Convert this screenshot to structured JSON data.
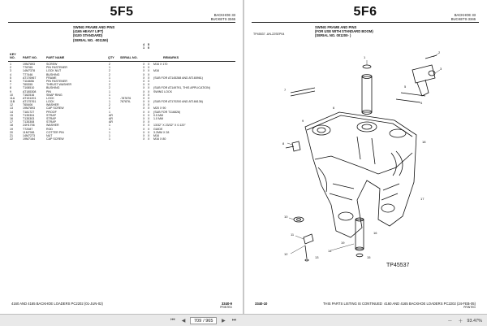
{
  "left_page": {
    "title": "5F5",
    "header_right": [
      "BACKHOE 33",
      "BUCKETS 3346"
    ],
    "section_title": [
      "SWING FRAME AND PINS",
      "(4165 HEAVY LIFT)",
      "(5100 STANDARD)",
      "(SERIAL NO. -001159)"
    ],
    "col_numbers": [
      "4",
      "1",
      "5",
      "0"
    ],
    "column_headers": {
      "ref": "KEY",
      "ref2": "NO.",
      "part": "PART NO.",
      "name": "PART NAME",
      "qty": "QTY",
      "serial": "SERIAL NO.",
      "remarks": "REMARKS"
    },
    "rows": [
      {
        "ref": "1",
        "part": "19M7893",
        "name": "SCREW",
        "qty": "2",
        "serial": "",
        "x1": "X",
        "x2": "X",
        "rem": "M16 X 170"
      },
      {
        "ref": "2",
        "part": "T78765",
        "name": "PIN FASTENER",
        "qty": "1",
        "serial": "",
        "x1": "X",
        "x2": "X",
        "rem": ""
      },
      {
        "ref": "3",
        "part": "14M7378",
        "name": "LOCK NUT",
        "qty": "2",
        "serial": "",
        "x1": "X",
        "x2": "X",
        "rem": "M16"
      },
      {
        "ref": "4",
        "part": "T77446",
        "name": "BUSHING",
        "qty": "2",
        "serial": "",
        "x1": "X",
        "x2": "X",
        "rem": ""
      },
      {
        "ref": "5",
        "part": "AT176967",
        "name": "FRAME",
        "qty": "1",
        "serial": "",
        "x1": "X",
        "x2": "X",
        "rem": "(SUB FOR AT145288 AND AT165961)"
      },
      {
        "ref": "6",
        "part": "T116656",
        "name": "PIN FASTENER",
        "qty": "1",
        "serial": "",
        "x1": "X",
        "x2": "X",
        "rem": ""
      },
      {
        "ref": "7",
        "part": "T65355",
        "name": "THRUST WASHER",
        "qty": "2",
        "serial": "",
        "x1": "X",
        "x2": "X",
        "rem": ""
      },
      {
        "ref": "8",
        "part": "T108510",
        "name": "BUSHING",
        "qty": "2",
        "serial": "",
        "x1": "X",
        "x2": "X",
        "rem": "(SUB FOR AT149791, THIS APPLICATION)"
      },
      {
        "ref": "9",
        "part": "AT185308",
        "name": "PIN",
        "qty": "1",
        "serial": "",
        "x1": "X",
        "x2": "X",
        "rem": "SWING LOCK"
      },
      {
        "ref": "10",
        "part": "T162516",
        "name": "SNAP RING",
        "qty": "1",
        "serial": "",
        "x1": "X",
        "x2": "X",
        "rem": ""
      },
      {
        "ref": "11A",
        "part": "AT151201",
        "name": "LOCK",
        "qty": "1",
        "serial": "-787876",
        "x1": "X",
        "x2": "X",
        "rem": ""
      },
      {
        "ref": "11B",
        "part": "AT175761",
        "name": "LOCK",
        "qty": "1",
        "serial": "787876-",
        "x1": "X",
        "x2": "X",
        "rem": "(SUB FOR AT170200 AND AT166136)"
      },
      {
        "ref": "12",
        "part": "T65406",
        "name": "WASHER",
        "qty": "2",
        "serial": "",
        "x1": "X",
        "x2": "X",
        "rem": ""
      },
      {
        "ref": "13",
        "part": "19M7893",
        "name": "CAP SCREW",
        "qty": "2",
        "serial": "",
        "x1": "X",
        "x2": "X",
        "rem": "M20 X 90"
      },
      {
        "ref": "14",
        "part": "T181727",
        "name": "PROOF",
        "qty": "1",
        "serial": "",
        "x1": "X",
        "x2": "X",
        "rem": "(SUB FOR T116826)"
      },
      {
        "ref": "15",
        "part": "T135304",
        "name": "STRAP",
        "qty": "AR",
        "serial": "",
        "x1": "X",
        "x2": "X",
        "rem": "0.5 MM"
      },
      {
        "ref": "16",
        "part": "T135303",
        "name": "STRAP",
        "qty": "AR",
        "serial": "",
        "x1": "X",
        "x2": "X",
        "rem": "1.0 MM"
      },
      {
        "ref": "17",
        "part": "T135308",
        "name": "STRAP",
        "qty": "AR",
        "serial": "",
        "x1": "X",
        "x2": "X",
        "rem": ""
      },
      {
        "ref": "18",
        "part": "24H1706",
        "name": "WASHER",
        "qty": "1",
        "serial": "",
        "x1": "X",
        "x2": "X",
        "rem": "13/32\" X 23/32\" X 0.120\""
      },
      {
        "ref": "19",
        "part": "T72087",
        "name": "ROD",
        "qty": "1",
        "serial": "",
        "x1": "X",
        "x2": "X",
        "rem": "GUIDE"
      },
      {
        "ref": "20",
        "part": "11M7081",
        "name": "COTTER PIN",
        "qty": "1",
        "serial": "",
        "x1": "X",
        "x2": "X",
        "rem": "3.2MM X 28"
      },
      {
        "ref": "21",
        "part": "14M7273",
        "name": "NUT",
        "qty": "1",
        "serial": "",
        "x1": "X",
        "x2": "X",
        "rem": "M16"
      },
      {
        "ref": "22",
        "part": "19M7164",
        "name": "CAP SCREW",
        "qty": "1",
        "serial": "",
        "x1": "X",
        "x2": "X",
        "rem": "M16 X 80"
      }
    ],
    "footer_left": "4160 AND 4165 BACKHOE LOADERS   PC2202   (01-JUN-02)",
    "footer_right": "3340-9",
    "footer_right_sub": "PRINTED"
  },
  "right_page": {
    "title": "5F6",
    "header_right": [
      "BACKHOE 33",
      "BUCKETS 3346"
    ],
    "ref_code": "TP45537   -UN-22SEP04",
    "section_title": [
      "SWING FRAME AND PINS",
      "(FOR USE WITH STANDARD BOOM)",
      "(SERIAL NO. 001200-   )"
    ],
    "diagram_label": "TP45537",
    "callouts": [
      "1",
      "2",
      "3",
      "4",
      "5",
      "6",
      "7",
      "8",
      "9",
      "10",
      "11",
      "12",
      "13",
      "14",
      "15",
      "16",
      "17",
      "18",
      "19"
    ],
    "footer_left": "3340-10",
    "footer_center": "THIS PARTS LISTING IS CONTINUED",
    "footer_right": "4160 AND 4165 BACKHOE LOADERS   PC2202   (24-FEB-05)",
    "footer_sub": "PRINTED"
  },
  "statusbar": {
    "page_current": "709",
    "page_total": "/ 965",
    "zoom": "93.47%"
  }
}
